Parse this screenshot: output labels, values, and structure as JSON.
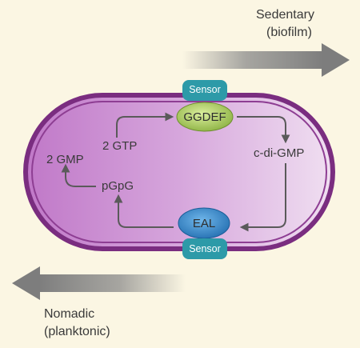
{
  "labels": {
    "top_right": {
      "line1": "Sedentary",
      "line2": "(biofilm)"
    },
    "bottom_left": {
      "line1": "Nomadic",
      "line2": "(planktonic)"
    },
    "enzymes": {
      "synthase": "GGDEF",
      "hydrolase": "EAL"
    },
    "sensors": {
      "top": "Sensor",
      "bottom": "Sensor"
    },
    "molecules": {
      "substrate": "2 GTP",
      "second_messenger": "c-di-GMP",
      "intermediate": "pGpG",
      "product": "2 GMP"
    }
  },
  "colors": {
    "background": "#fbf6e3",
    "membrane": "#7a2d80",
    "cytoplasm": "#c98fd0",
    "sensor": "#2d9aa8",
    "ggdef": "#a8c858",
    "eal": "#2d7fc2",
    "arrows": "#5a5a5a"
  }
}
